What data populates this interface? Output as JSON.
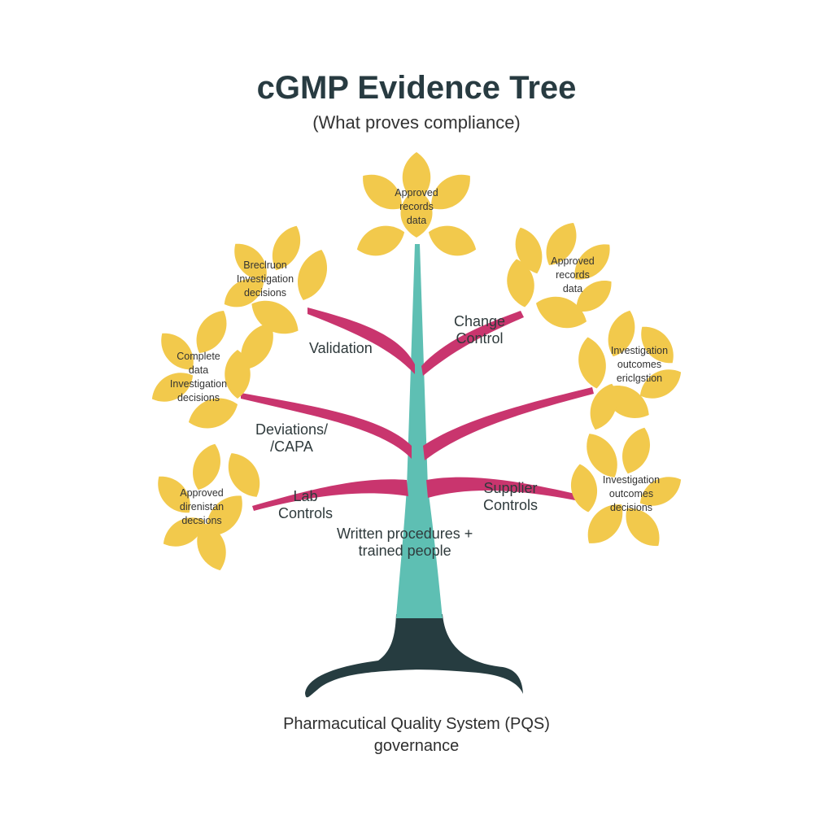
{
  "title": "cGMP Evidence Tree",
  "subtitle": "(What proves compliance)",
  "colors": {
    "leaf": "#f2c94c",
    "branch": "#c9356e",
    "trunk": "#5ebfb3",
    "root": "#263c40"
  },
  "trunk": {
    "label_lines": [
      "Written procedures +",
      "trained people"
    ]
  },
  "root": {
    "label_lines": [
      "Pharmacutical Quality System (PQS)",
      "governance"
    ]
  },
  "branches": [
    {
      "id": "validation",
      "label_lines": [
        "Validation"
      ]
    },
    {
      "id": "change-control",
      "label_lines": [
        "Change",
        "Control"
      ]
    },
    {
      "id": "deviations-capa",
      "label_lines": [
        "Deviations/",
        "/CAPA"
      ]
    },
    {
      "id": "lab-controls",
      "label_lines": [
        "Lab",
        "Controls"
      ]
    },
    {
      "id": "supplier-controls",
      "label_lines": [
        "Supplier",
        "Controls"
      ]
    }
  ],
  "leaf_clusters": [
    {
      "id": "top",
      "lines": [
        "Approved",
        "records",
        "data"
      ]
    },
    {
      "id": "upper-left",
      "lines": [
        "Breclruon",
        "Investigation",
        "decisions"
      ]
    },
    {
      "id": "upper-right",
      "lines": [
        "Approved",
        "records",
        "data"
      ]
    },
    {
      "id": "mid-left",
      "lines": [
        "Complete",
        "data",
        "Investigation",
        "decisions"
      ]
    },
    {
      "id": "mid-right",
      "lines": [
        "Investigation",
        "outcomes",
        "ericlgstion"
      ]
    },
    {
      "id": "lower-left",
      "lines": [
        "Approved",
        "direnistan",
        "decsions"
      ]
    },
    {
      "id": "lower-right",
      "lines": [
        "Investigation",
        "outcomes",
        "decisions"
      ]
    }
  ]
}
